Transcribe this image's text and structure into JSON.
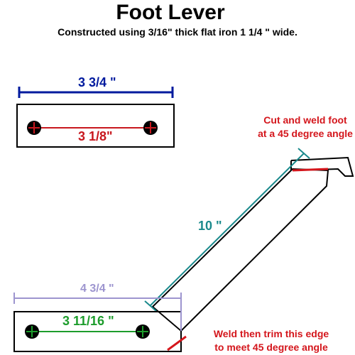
{
  "title": "Foot Lever",
  "subtitle": "Constructed using 3/16\" thick flat iron 1 1/4 \" wide.",
  "top_plate": {
    "length_label": "3 3/4 \"",
    "hole_spacing_label": "3 1/8\""
  },
  "lever_arm": {
    "length_label": "10 \""
  },
  "bottom_plate": {
    "length_label": "4 3/4 \"",
    "hole_spacing_label": "3 11/16 \""
  },
  "notes": {
    "foot_line1": "Cut and weld foot",
    "foot_line2": "at a 45 degree angle",
    "weld_line1": "Weld then trim this edge",
    "weld_line2": "to meet 45 degree angle"
  },
  "colors": {
    "outline": "#000000",
    "top_dimension": "#001a9e",
    "hole_spacing_top": "#c8181e",
    "arm_dimension": "#1b8a8c",
    "bottom_dimension": "#9d95cf",
    "hole_spacing_bottom": "#1d9c2c",
    "weld_marks": "#d4161c"
  }
}
